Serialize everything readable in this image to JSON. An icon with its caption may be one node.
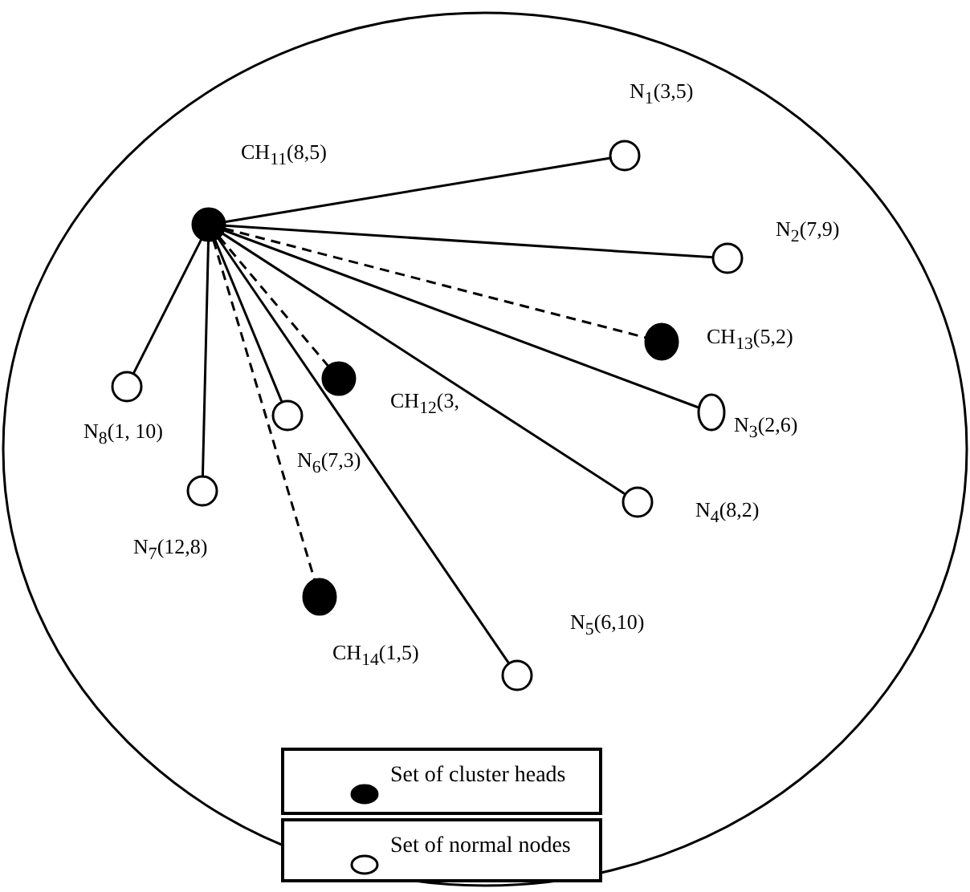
{
  "diagram": {
    "nodes": [
      {
        "text": [],
        "shape": "dot",
        "beside": [
          "CH$_{11}$(8,5)"
        ]
      },
      {
        "text": [],
        "shape": "circle",
        "beside": [
          "N$_{1}$(3,5)"
        ]
      },
      {
        "text": [],
        "shape": "circle",
        "beside": [
          "N$_{2}$(7,9)"
        ]
      },
      {
        "text": [],
        "shape": "dot",
        "beside": [
          "CH$_{13}$(5,2)"
        ]
      },
      {
        "text": [],
        "shape": "circle",
        "beside": [
          "N$_{3}$(2,6)"
        ]
      },
      {
        "text": [],
        "shape": "circle",
        "beside": [
          "N$_{4}$(8,2)"
        ]
      },
      {
        "text": [],
        "shape": "circle",
        "beside": [
          "N$_{5}$(6,10)"
        ]
      },
      {
        "text": [],
        "shape": "dot",
        "beside": [
          "CH$_{12}$(3,"
        ]
      },
      {
        "text": [],
        "shape": "circle",
        "beside": [
          "N$_{6}$(7,3)"
        ]
      },
      {
        "text": [],
        "shape": "circle",
        "beside": [
          "N$_{7}$(12,8)"
        ]
      },
      {
        "text": [],
        "shape": "circle",
        "beside": [
          "N$_{8}$(1, 10)"
        ]
      },
      {
        "text": [],
        "shape": "dot",
        "beside": [
          "CH$_{14}$(1,5)"
        ]
      }
    ],
    "edges": [
      {
        "from": 0,
        "to": 1,
        "arrow": "none"
      },
      {
        "from": 0,
        "to": 2,
        "arrow": "none"
      },
      {
        "from": 0,
        "to": 3,
        "arrow": "none",
        "style": "dashed"
      },
      {
        "from": 0,
        "to": 4,
        "arrow": "none"
      },
      {
        "from": 0,
        "to": 5,
        "arrow": "none"
      },
      {
        "from": 0,
        "to": 6,
        "arrow": "none"
      },
      {
        "from": 0,
        "to": 7,
        "arrow": "none",
        "style": "dashed"
      },
      {
        "from": 0,
        "to": 8,
        "arrow": "none"
      },
      {
        "from": 0,
        "to": 9,
        "arrow": "none"
      },
      {
        "from": 0,
        "to": 10,
        "arrow": "none"
      },
      {
        "from": 0,
        "to": 11,
        "arrow": "none",
        "style": "dashed"
      }
    ],
    "legend": [
      {
        "text": "Set of cluster heads"
      },
      {
        "text": "Set of normal nodes"
      }
    ]
  }
}
